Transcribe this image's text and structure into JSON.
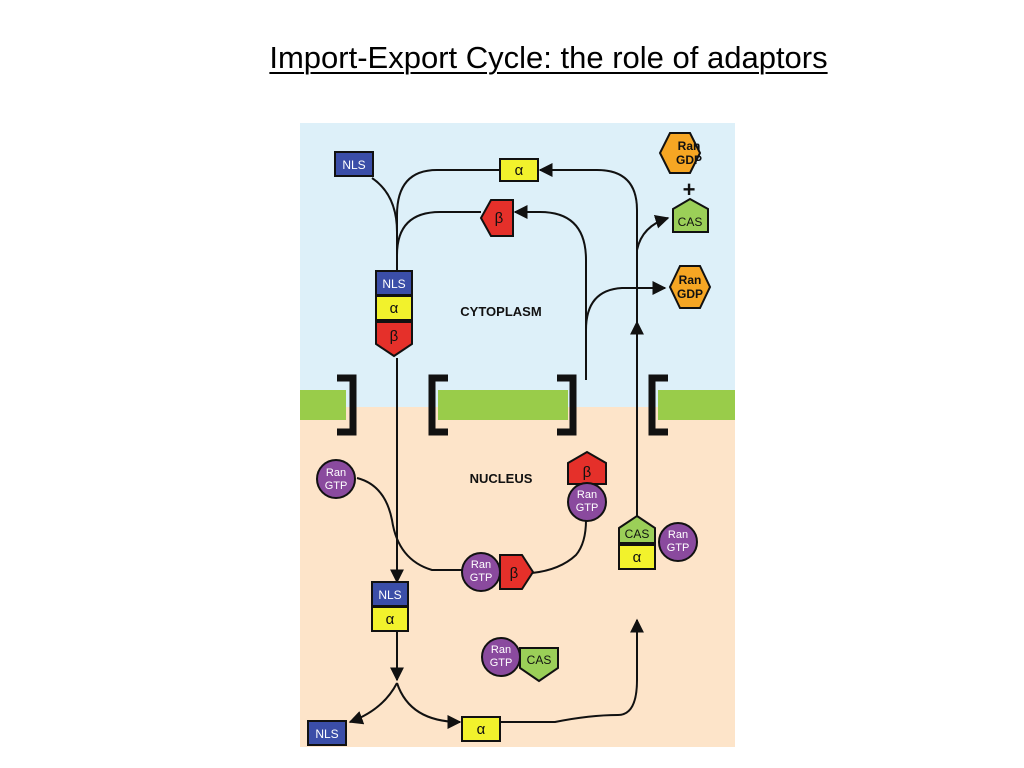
{
  "slide": {
    "title": "Import-Export Cycle: the role of adaptors"
  },
  "colors": {
    "cytoplasm": "#ddf0f9",
    "nucleus": "#fde4c9",
    "membrane": "#99cc4a",
    "nls": "#3b4ea8",
    "alpha": "#f2f22c",
    "beta": "#e5302a",
    "ran_gdp": "#f6a623",
    "ran_gtp": "#8a4a9e",
    "cas": "#9bcf58"
  },
  "compartments": {
    "cytoplasm": "CYTOPLASM",
    "nucleus": "NUCLEUS"
  },
  "labels": {
    "nls": "NLS",
    "alpha": "α",
    "beta": "β",
    "ran": "Ran",
    "gdp": "GDP",
    "gtp": "GTP",
    "cas": "CAS",
    "plus": "+"
  }
}
